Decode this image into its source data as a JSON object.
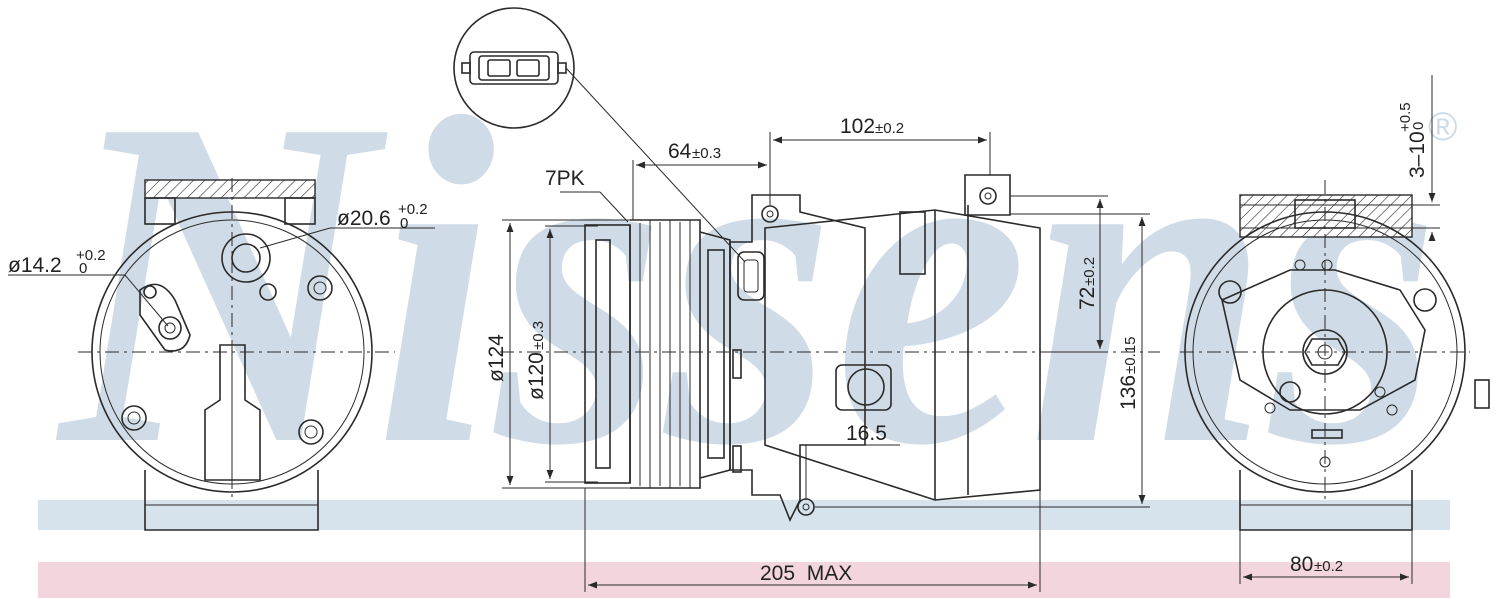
{
  "watermark": {
    "text": "Nissens",
    "registered_symbol": "®"
  },
  "colors": {
    "band_blue": "#d6e3ec",
    "band_pink": "#f3d6dd",
    "line": "#2a2a2a",
    "watermark": "#cfdbe6"
  },
  "dimensions": {
    "left_view": {
      "port_large": "ø20.6",
      "port_large_tol": "+0.2",
      "port_large_tol_low": "0",
      "port_small": "ø14.2",
      "port_small_tol": "+0.2",
      "port_small_tol_low": "0"
    },
    "side_view": {
      "belt": "7PK",
      "d_outer": "ø124",
      "d_inner": "ø120",
      "d_inner_tol": "±0.3",
      "clutch_offset": "64",
      "clutch_offset_tol": "±0.3",
      "mount_spacing": "102",
      "mount_spacing_tol": "±0.2",
      "mount_height": "72",
      "mount_height_tol": "±0.2",
      "total_height": "136",
      "total_height_tol": "±0.15",
      "port_offset": "16.5",
      "total_length": "205  MAX"
    },
    "right_view": {
      "slot": "3–10",
      "slot_tol_high": "+0.5",
      "slot_tol_low": "0",
      "width": "80",
      "width_tol": "±0.2"
    }
  }
}
